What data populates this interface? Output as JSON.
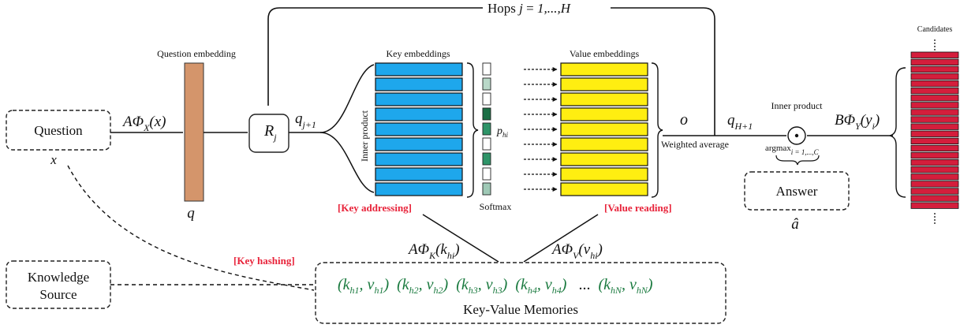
{
  "question_box": {
    "label": "Question",
    "var": "x"
  },
  "question_embedding": {
    "title": "Question embedding",
    "var": "q",
    "color": "#d4956b"
  },
  "phi_x": {
    "prefix": "AΦ",
    "sub": "X",
    "suffix": "(x)"
  },
  "controller": {
    "main": "R",
    "sub": "j"
  },
  "q_next": {
    "main": "q",
    "sub": "j+1"
  },
  "hops": {
    "prefix": "Hops ",
    "j": "j",
    "eq": " = ",
    "range": "1,...,H"
  },
  "key_panel": {
    "title": "Key embeddings",
    "inner_product": "Inner product",
    "key_addressing": "[Key addressing]",
    "color": "#1ea7ec",
    "rows": 9
  },
  "softmax": {
    "label": "Softmax",
    "p_main": "p",
    "p_sub": "hi",
    "cells": [
      "#ffffff",
      "#b8d8c8",
      "#ffffff",
      "#1b6f45",
      "#2e9468",
      "#ffffff",
      "#2e9468",
      "#ffffff",
      "#9fc9b6"
    ]
  },
  "value_panel": {
    "title": "Value embeddings",
    "value_reading": "[Value reading]",
    "color": "#ffee11",
    "rows": 9
  },
  "output": {
    "o": "o",
    "weighted": "Weighted average"
  },
  "q_final": {
    "main": "q",
    "sub": "H+1"
  },
  "inner_product_final": "Inner product",
  "argmax": {
    "main": "argmax",
    "sub": "i = 1,...,C"
  },
  "answer_box": {
    "label": "Answer",
    "var": "â"
  },
  "phi_y": {
    "prefix": "BΦ",
    "sub": "Y",
    "mid": "(y",
    "sub2": "i",
    "suffix": ")"
  },
  "candidates": {
    "title": "Candidates",
    "color": "#d41e3c",
    "rows": 22
  },
  "knowledge_box": {
    "line1": "Knowledge",
    "line2": "Source"
  },
  "key_hashing": "[Key hashing]",
  "phi_k": {
    "prefix": "AΦ",
    "sub": "K",
    "mid": "(k",
    "sub2": "hi",
    "suffix": ")"
  },
  "phi_v": {
    "prefix": "AΦ",
    "sub": "V",
    "mid": "(v",
    "sub2": "hi",
    "suffix": ")"
  },
  "memories": {
    "label": "Key-Value Memories",
    "pairs": [
      {
        "k": "h1",
        "v": "h1"
      },
      {
        "k": "h2",
        "v": "h2"
      },
      {
        "k": "h3",
        "v": "h3"
      },
      {
        "k": "h4",
        "v": "h4"
      }
    ],
    "ellipsis": "...",
    "last": {
      "k": "hN",
      "v": "hN"
    }
  }
}
